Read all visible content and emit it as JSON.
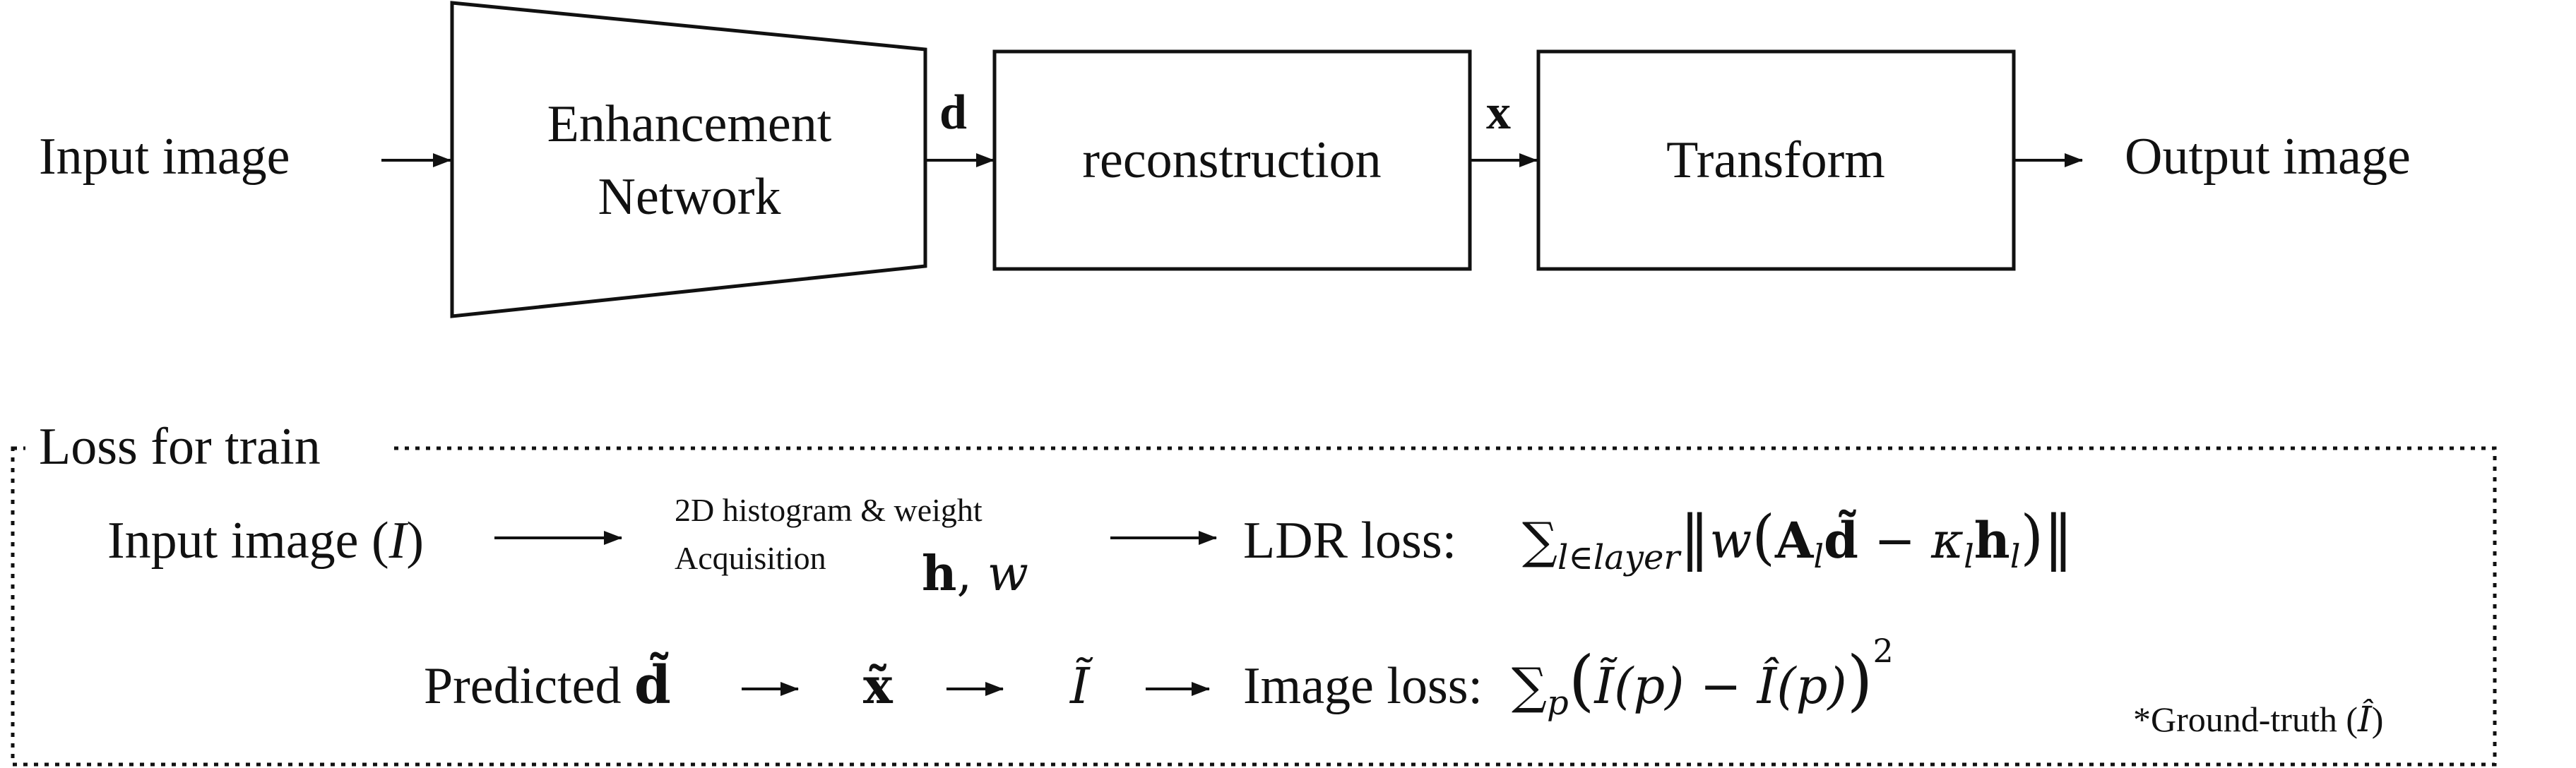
{
  "pipeline": {
    "input_label": "Input image",
    "enhancement_line1": "Enhancement",
    "enhancement_line2": "Network",
    "d_symbol": "d",
    "reconstruction_label": "reconstruction",
    "x_symbol": "x",
    "transform_label": "Transform",
    "output_label": "Output image"
  },
  "loss": {
    "title": "Loss for train",
    "row1": {
      "input_text": "Input image (",
      "input_var": "I",
      "input_close": ")",
      "histogram_line1": "2D histogram & weight",
      "histogram_line2": "Acquisition",
      "hw_h": "h",
      "hw_sep": ", ",
      "hw_w": "w",
      "ldr_label": "LDR loss: ",
      "sum": "∑",
      "sum_sub": "l∈layer",
      "norm_open": "‖",
      "w": "w",
      "paren_open": "(",
      "A": "A",
      "A_sub": "l",
      "d_tilde": "d̃",
      "minus": " − ",
      "kappa": "κ",
      "kappa_sub": "l",
      "h": "h",
      "h_sub": "l",
      "paren_close": ")",
      "norm_close": "‖"
    },
    "row2": {
      "predicted_text": "Predicted ",
      "d_tilde": "d̃",
      "x_tilde": "x̃",
      "I_tilde": "Ĩ",
      "image_loss_label": "Image loss: ",
      "sum": "∑",
      "sum_sub": "p",
      "paren_open": "(",
      "I_tilde_p": "Ĩ",
      "p1": "(p)",
      "minus": " − ",
      "I_hat_p": "Î",
      "p2": "(p)",
      "paren_close": ")",
      "exponent": "2",
      "footnote_text": "*Ground-truth (",
      "footnote_var": "Î",
      "footnote_close": ")"
    }
  }
}
